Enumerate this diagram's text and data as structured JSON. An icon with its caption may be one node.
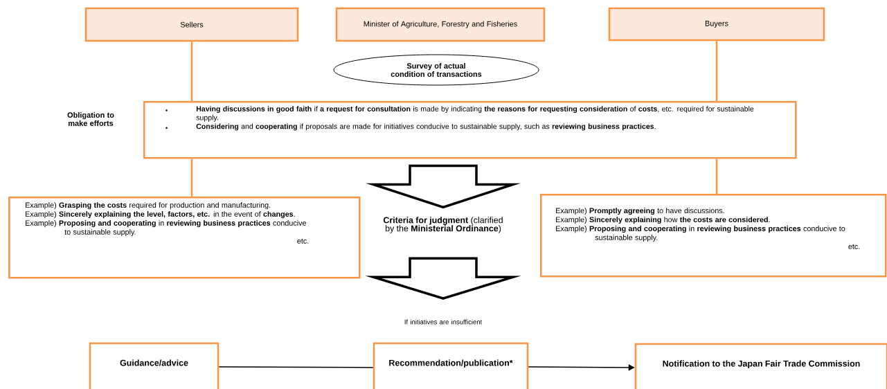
{
  "diagram": {
    "nodes": [
      {
        "text": [
          "Sellers"
        ]
      },
      {
        "text": [
          "Minister of Agriculture, Forestry and Fisheries"
        ]
      },
      {
        "text": [
          "Buyers"
        ]
      },
      {
        "text": [
          "Survey of actual condition of transactions"
        ]
      },
      {
        "text": [
          "**Having discussions in good faith** if **a request for consultation** is made by indicating **the reasons for requesting consideration** of **costs**, etc. required for sustainable supply.",
          "**Considering** and **cooperating** if proposals are made for initiatives conducive to sustainable supply, such as **reviewing business practices**."
        ]
      },
      {
        "text": [
          "Example) **Grasping the costs** required for production and manufacturing.",
          "Example) **Sincerely explaining the level, factors, etc.** in the event of **changes**.",
          "Example) **Proposing and cooperating** in **reviewing business practices** conducive to sustainable supply.",
          "etc."
        ]
      },
      {
        "text": [
          "Example) **Promptly agreeing** to have discussions.",
          "Example) **Sincerely explaining** how **the costs are considered**.",
          "Example) **Proposing and cooperating** in **reviewing business practices** conducive to sustainable supply.",
          "etc."
        ]
      },
      {
        "text": [
          "Guidance/advice"
        ]
      },
      {
        "text": [
          "Recommendation/publication*"
        ]
      },
      {
        "text": [
          "Notification to the Japan Fair Trade Commission"
        ]
      },
      {
        "text": [
          "**Criteria for judgment** (clarified by the **Ministerial Ordinance**)"
        ]
      },
      {
        "text": [
          "If initiatives are insufficient"
        ]
      }
    ],
    "edges": [
      {
        "from": 0,
        "to": 4,
        "arrow": "none"
      },
      {
        "from": 2,
        "to": 4,
        "arrow": "none"
      },
      {
        "from": 4,
        "to": 5,
        "arrow": "none"
      },
      {
        "from": 4,
        "to": 6,
        "arrow": "none"
      },
      {
        "from": 7,
        "to": 8,
        "arrow": "none",
        "color": "#000000"
      },
      {
        "from": 8,
        "to": 9,
        "arrow": "to",
        "color": "#000000"
      },
      {
        "from": 4,
        "to": 10,
        "arrow": "to"
      },
      {
        "from": 10,
        "to": 11,
        "arrow": "to"
      }
    ],
    "labels": [
      "Obligation to make efforts"
    ]
  }
}
